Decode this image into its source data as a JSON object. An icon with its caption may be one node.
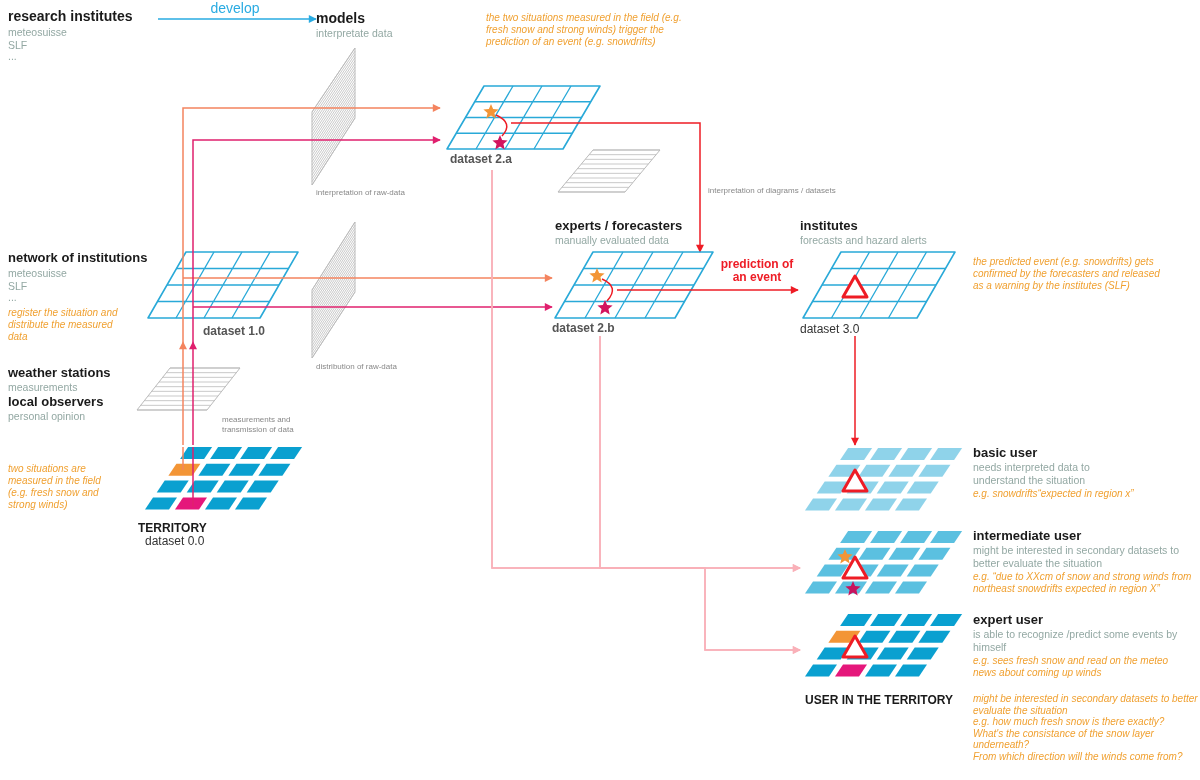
{
  "diagram": {
    "nodes": [
      {
        "text": [
          "research institutes",
          "meteosuisse",
          "SLF",
          "..."
        ]
      },
      {
        "text": [
          "models",
          "interpretate data"
        ]
      },
      {
        "text": [
          "dataset 2.a"
        ]
      },
      {
        "text": [
          "dataset 1.0"
        ]
      },
      {
        "text": [
          "TERRITORY",
          "dataset 0.0"
        ]
      },
      {
        "text": [
          "experts / forecasters",
          "manually evaluated data",
          "dataset 2.b"
        ]
      },
      {
        "text": [
          "institutes",
          "forecasts and hazard alerts",
          "dataset 3.0"
        ]
      },
      {
        "text": [
          "basic user",
          "needs interpreted data to understand the situation",
          "e.g. snowdrifts“expected in region x”"
        ]
      },
      {
        "text": [
          "intermediate user",
          "might be interested in secondary datasets to better evaluate the situation",
          "e.g. “due to XXcm of snow and strong winds from northeast snowdrifts expected in region X”"
        ]
      },
      {
        "text": [
          "expert user",
          "is able to recognize /predict some events by himself",
          "e.g. sees fresh snow and read on the meteo news about coming up winds"
        ]
      }
    ],
    "edges": [
      {
        "from": 0,
        "to": 1,
        "arrow": "to",
        "label": "develop",
        "color": "#29abe2"
      },
      {
        "from": 4,
        "to": 3,
        "arrow": "to",
        "color": "#f4845f"
      },
      {
        "from": 4,
        "to": 3,
        "arrow": "to",
        "color": "#e0206e"
      },
      {
        "from": 3,
        "to": 2,
        "arrow": "to",
        "color": "#f4845f"
      },
      {
        "from": 3,
        "to": 2,
        "arrow": "to",
        "color": "#e0206e"
      },
      {
        "from": 3,
        "to": 5,
        "arrow": "to",
        "color": "#f4845f"
      },
      {
        "from": 3,
        "to": 5,
        "arrow": "to",
        "color": "#e0206e"
      },
      {
        "from": 2,
        "to": 5,
        "arrow": "to",
        "color": "#ee1c25"
      },
      {
        "from": 5,
        "to": 6,
        "arrow": "to",
        "label": "prediction of an event",
        "color": "#ee1c25"
      },
      {
        "from": 6,
        "to": 7,
        "arrow": "to",
        "color": "#ee1c25"
      },
      {
        "from": 2,
        "to": 8,
        "arrow": "to"
      },
      {
        "from": 5,
        "to": 8,
        "arrow": "to"
      },
      {
        "from": 2,
        "to": 9,
        "arrow": "to"
      },
      {
        "from": 5,
        "to": 9,
        "arrow": "to"
      }
    ],
    "labels": [
      "the two situations measured in the field (e.g. fresh snow and strong winds) trigger the prediction of an event (e.g. snowdrifts)",
      "interpretation of raw-data",
      "interpretation of diagrams / datasets",
      "network of institutions",
      "meteosuisse",
      "SLF",
      "...",
      "register the situation and distribute the measured data",
      "the predicted event (e.g. snowdrifts) gets confirmed by the forecasters and released as a warning by the institutes (SLF)",
      "distribution of raw-data",
      "weather stations",
      "measurements",
      "local observers",
      "personal opinion",
      "measurements and transmission of data",
      "two situations are measured in the field (e.g. fresh snow and strong winds)",
      "USER IN THE TERRITORY",
      "might be interested in secondary datasets to better evaluate the situation",
      "e.g. how much fresh snow is there exactly?",
      "What's the consistance of the snow layer underneath?",
      "From which direction will the winds come from?"
    ]
  }
}
